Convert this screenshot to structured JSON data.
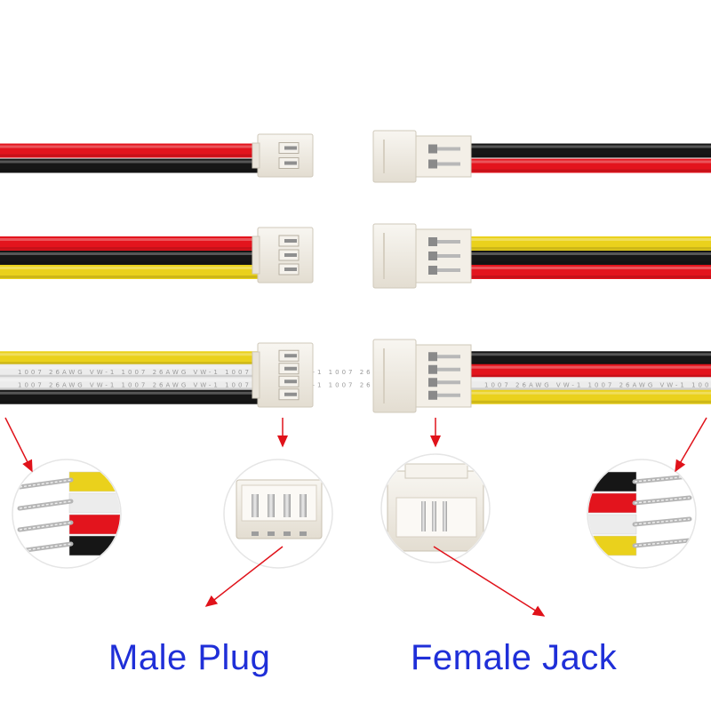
{
  "captions": {
    "male": "Male Plug",
    "female": "Female Jack"
  },
  "cable_print": {
    "text": "1007 26AWG VW-1"
  },
  "colors": {
    "caption": "#1f2fd8",
    "arrow": "#e0121a",
    "wire_red": "#e3141d",
    "wire_black": "#161616",
    "wire_yellow": "#ead11c",
    "wire_white": "#ececec",
    "housing": "#f1ede4",
    "pin": "#c9c9c9"
  },
  "products": [
    {
      "pins": 2,
      "male_wires": [
        "red",
        "black"
      ],
      "female_wires": [
        "black",
        "red"
      ]
    },
    {
      "pins": 3,
      "male_wires": [
        "red",
        "black",
        "yellow"
      ],
      "female_wires": [
        "yellow",
        "black",
        "red"
      ]
    },
    {
      "pins": 4,
      "male_wires": [
        "yellow",
        "white",
        "white",
        "black"
      ],
      "female_wires": [
        "black",
        "red",
        "white",
        "yellow"
      ]
    }
  ]
}
